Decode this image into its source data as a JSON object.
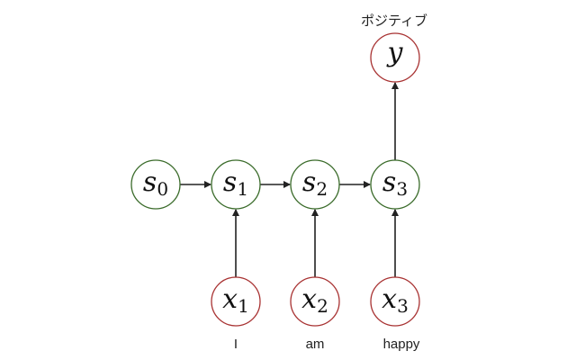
{
  "colors": {
    "state": "#3a6b2a",
    "io": "#a83232",
    "edge": "#222222"
  },
  "nodes": [
    {
      "id": "s0",
      "base": "s",
      "sub": "0",
      "kind": "state"
    },
    {
      "id": "s1",
      "base": "s",
      "sub": "1",
      "kind": "state"
    },
    {
      "id": "s2",
      "base": "s",
      "sub": "2",
      "kind": "state"
    },
    {
      "id": "s3",
      "base": "s",
      "sub": "3",
      "kind": "state"
    },
    {
      "id": "y",
      "base": "y",
      "sub": "",
      "kind": "io"
    },
    {
      "id": "x1",
      "base": "x",
      "sub": "1",
      "kind": "io"
    },
    {
      "id": "x2",
      "base": "x",
      "sub": "2",
      "kind": "io"
    },
    {
      "id": "x3",
      "base": "x",
      "sub": "3",
      "kind": "io"
    }
  ],
  "edges": [
    [
      "s0",
      "s1"
    ],
    [
      "s1",
      "s2"
    ],
    [
      "s2",
      "s3"
    ],
    [
      "x1",
      "s1"
    ],
    [
      "x2",
      "s2"
    ],
    [
      "x3",
      "s3"
    ],
    [
      "s3",
      "y"
    ]
  ],
  "words": {
    "x1": "I",
    "x2": "am",
    "x3": "happy"
  },
  "output_label": "ポジティブ"
}
